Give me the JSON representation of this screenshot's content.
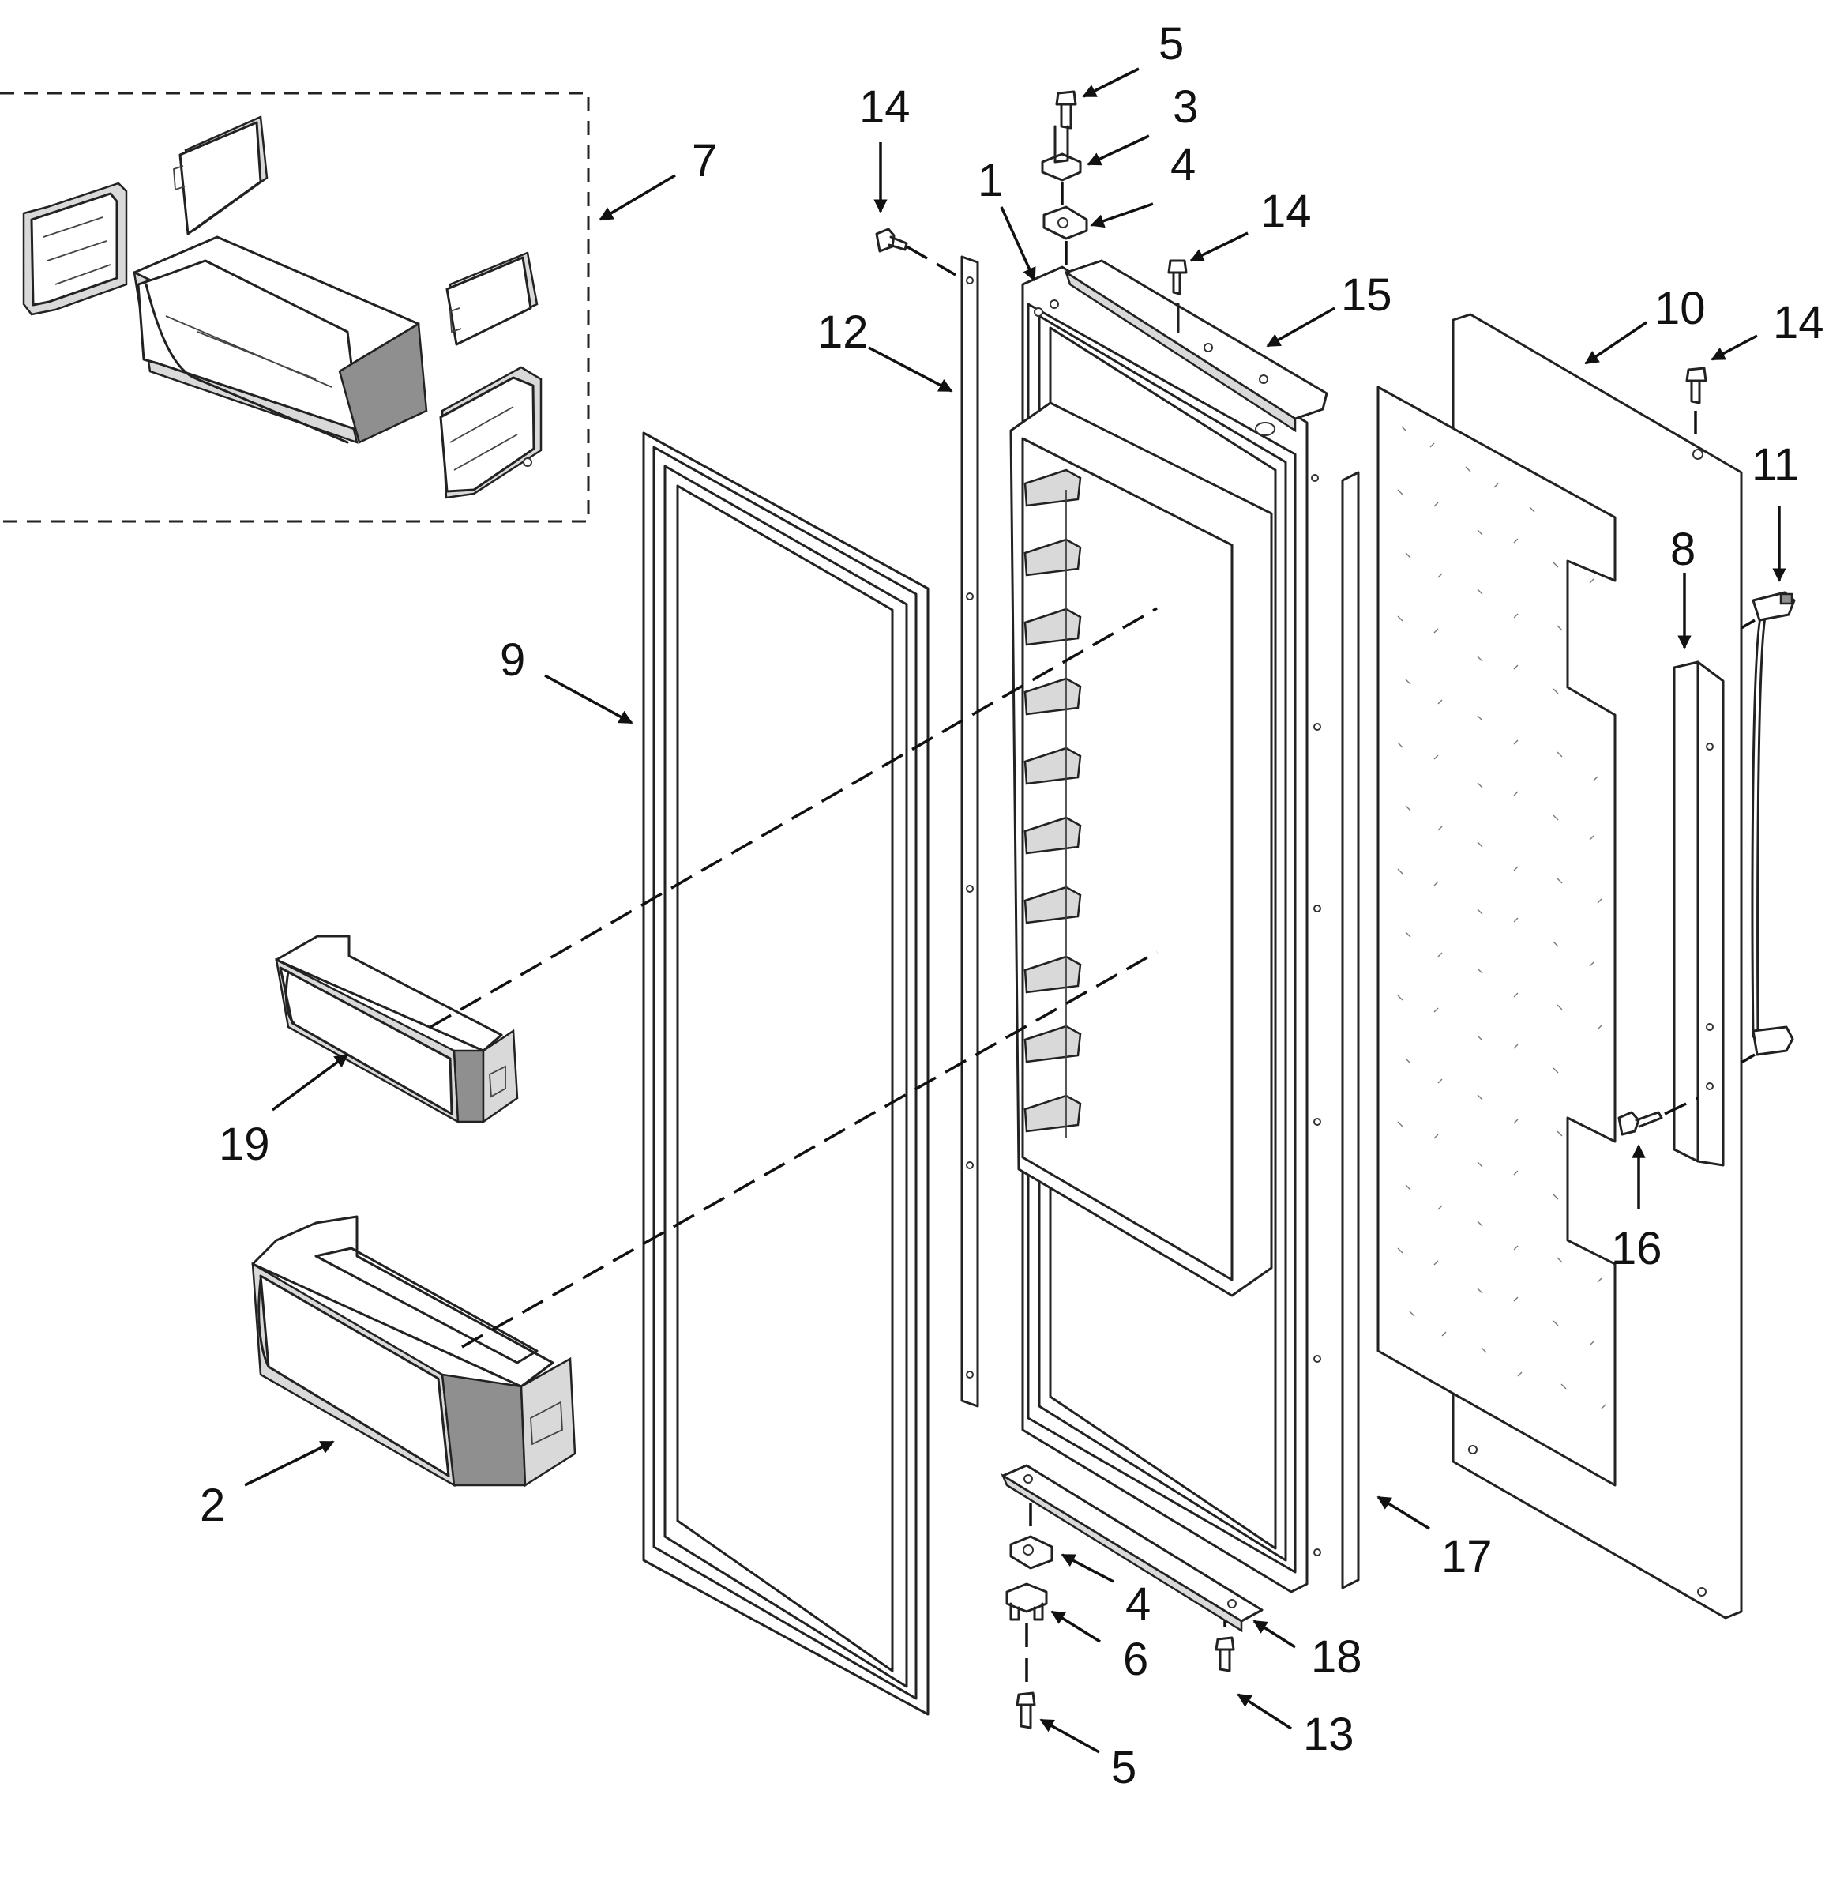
{
  "diagram": {
    "callouts": [
      {
        "id": "c5-top",
        "label": "5"
      },
      {
        "id": "c3",
        "label": "3"
      },
      {
        "id": "c14-left",
        "label": "14"
      },
      {
        "id": "c7",
        "label": "7"
      },
      {
        "id": "c1",
        "label": "1"
      },
      {
        "id": "c4-top",
        "label": "4"
      },
      {
        "id": "c14-mid",
        "label": "14"
      },
      {
        "id": "c15",
        "label": "15"
      },
      {
        "id": "c10",
        "label": "10"
      },
      {
        "id": "c14-right",
        "label": "14"
      },
      {
        "id": "c12",
        "label": "12"
      },
      {
        "id": "c11",
        "label": "11"
      },
      {
        "id": "c8",
        "label": "8"
      },
      {
        "id": "c9",
        "label": "9"
      },
      {
        "id": "c19",
        "label": "19"
      },
      {
        "id": "c16",
        "label": "16"
      },
      {
        "id": "c2",
        "label": "2"
      },
      {
        "id": "c17",
        "label": "17"
      },
      {
        "id": "c4-bottom",
        "label": "4"
      },
      {
        "id": "c6",
        "label": "6"
      },
      {
        "id": "c18",
        "label": "18"
      },
      {
        "id": "c13",
        "label": "13"
      },
      {
        "id": "c5-bottom",
        "label": "5"
      }
    ]
  }
}
